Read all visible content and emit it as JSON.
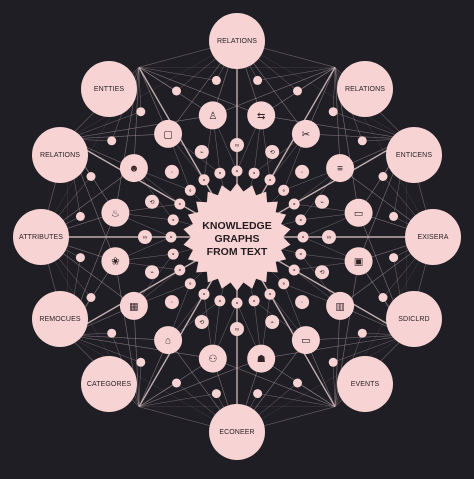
{
  "center": {
    "lines": [
      "KNOWLEDGE",
      "GRAPHS",
      "FROM TEXT"
    ]
  },
  "labels": {
    "top": "RELATIONS",
    "top_right": "RELATIONS",
    "right_upper": "ENTICENS",
    "right": "EXISERA",
    "right_lower": "SDICLRD",
    "bottom_right": "EVENTS",
    "bottom": "ECONEER",
    "bottom_left": "CATEGORES",
    "left_lower": "REMOCUES",
    "left": "ATTRIBUTES",
    "left_upper": "RELATIONS",
    "top_left": "ENTTIES"
  },
  "colors": {
    "background": "#1f1e24",
    "node": "#f7d3d3",
    "line": "#cbb5b7"
  },
  "icons": {
    "mid_ring": [
      "arrows-icon",
      "dna-icon",
      "document-icon",
      "card-icon",
      "screen-icon",
      "chart-icon",
      "card-icon",
      "robot-icon",
      "people-icon",
      "tag-icon",
      "grid-icon",
      "paw-icon",
      "cake-icon",
      "bust-icon",
      "cube-icon",
      "person-icon"
    ],
    "small_ring": [
      "link-icon",
      "node-icon",
      "dot-icon"
    ]
  }
}
